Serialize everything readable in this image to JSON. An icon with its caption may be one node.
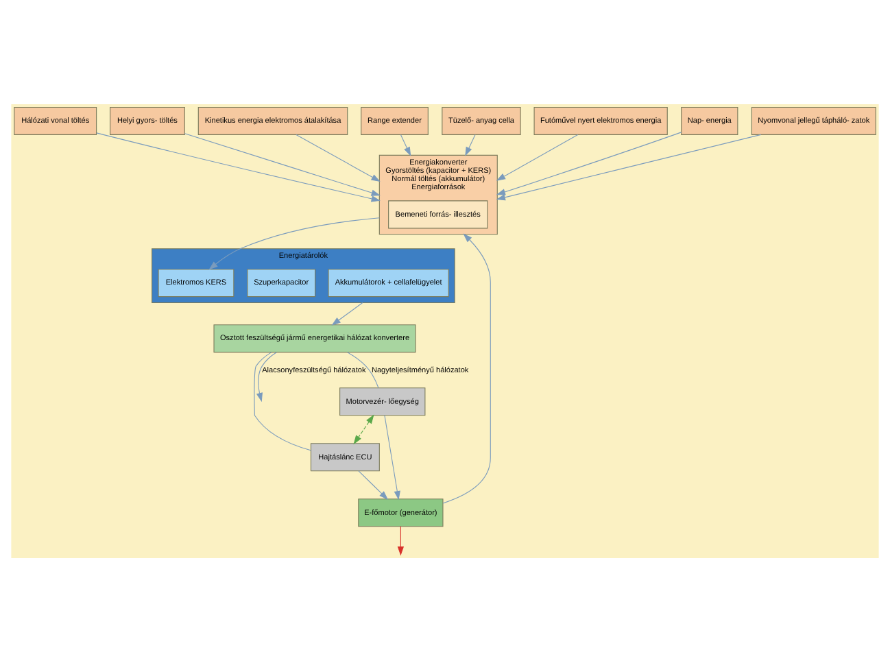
{
  "diagram": {
    "nodes": [
      {
        "text": [
          "Osztott feszültségű jármű energetikai hálózat konvertere"
        ]
      },
      {
        "text": [
          "Energiatárolók"
        ]
      },
      {
        "text": [
          "Akkumulátorok + cellafelügyelet"
        ],
        "in": 1
      },
      {
        "text": [
          "Szuperkapacitor"
        ],
        "in": 1
      },
      {
        "text": [
          "Elektromos KERS"
        ],
        "in": 1
      },
      {
        "text": [
          "Energiakonverter",
          "Gyorstöltés (kapacitor + KERS)",
          "Normál töltés (akkumulátor)",
          "Energiaforrások"
        ]
      },
      {
        "text": [
          "Bemeneti forrás- illesztés"
        ],
        "in": 5
      },
      {
        "text": [
          "Motorvezér- lőegység"
        ]
      },
      {
        "text": [
          "Hajtáslánc ECU"
        ]
      },
      {
        "text": [
          "E-főmotor (generátor)"
        ]
      },
      {
        "text": [
          "Hálózati vonal töltés"
        ]
      },
      {
        "text": [
          "Helyi gyors- töltés"
        ]
      },
      {
        "text": [
          "Kinetikus energia elektromos átalakítása"
        ]
      },
      {
        "text": [
          "Range extender"
        ]
      },
      {
        "text": [
          "Tüzelő- anyag cella"
        ]
      },
      {
        "text": [
          "Futóművel nyert elektromos energia"
        ]
      },
      {
        "text": [
          "Nap- energia"
        ]
      },
      {
        "text": [
          "Nyomvonal jellegű tápháló- zatok"
        ]
      }
    ],
    "edges": [
      {
        "from": 1,
        "to": 0,
        "arrow": "to"
      },
      {
        "from": 0,
        "to": null,
        "arrow": "to",
        "label": "Alacsonyfeszültségű hálózatok"
      },
      {
        "from": 0,
        "to": 8,
        "arrow": "none"
      },
      {
        "from": 0,
        "to": 7,
        "arrow": "none",
        "label": "Nagyteljesítményű hálózatok"
      },
      {
        "from": 7,
        "to": 8,
        "arrow": "both",
        "style": "dashed",
        "color": "#5aa84a"
      },
      {
        "from": 7,
        "to": 9,
        "arrow": "to"
      },
      {
        "from": 8,
        "to": 9,
        "arrow": "to"
      },
      {
        "from": 9,
        "to": null,
        "arrow": "to",
        "color": "#d8312a"
      },
      {
        "from": 5,
        "to": 4,
        "arrow": "to"
      },
      {
        "from": 9,
        "to": 5,
        "arrow": "to"
      },
      {
        "from": 10,
        "to": 5,
        "arrow": "to"
      },
      {
        "from": 11,
        "to": 5,
        "arrow": "to"
      },
      {
        "from": 12,
        "to": 5,
        "arrow": "to"
      },
      {
        "from": 13,
        "to": 5,
        "arrow": "to"
      },
      {
        "from": 14,
        "to": 5,
        "arrow": "to"
      },
      {
        "from": 15,
        "to": 5,
        "arrow": "to"
      },
      {
        "from": 16,
        "to": 5,
        "arrow": "to"
      },
      {
        "from": 17,
        "to": 5,
        "arrow": "to"
      }
    ]
  }
}
